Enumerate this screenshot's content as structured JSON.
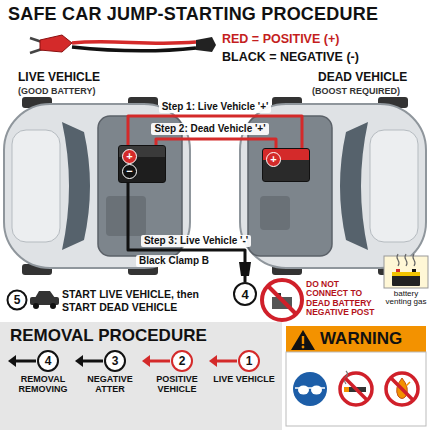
{
  "diagram": {
    "title": "SAFE CAR JUMP-STARTING PROCEDURE",
    "nodes": [
      {
        "text": [
          "+",
          "−"
        ]
      },
      {
        "text": [
          "+"
        ]
      },
      {
        "text": [
          "4"
        ]
      }
    ],
    "edges": [
      {
        "from": 0,
        "to": 1,
        "label": "Step 1: Live Vehicle '+'",
        "arrow": "none"
      },
      {
        "from": 0,
        "to": 1,
        "label": "Step 2: Dead Vehicle '+'",
        "arrow": "none"
      },
      {
        "from": 0,
        "to": 2,
        "label": "Step 3: Live Vehicle '-'",
        "arrow": "none"
      }
    ],
    "labels": [
      "RED = POSITIVE (+)",
      "BLACK = NEGATIVE (-)",
      "LIVE VEHICLE",
      "(GOOD BATTERY)",
      "DEAD VEHICLE",
      "(BOOST REQUIRED)",
      "Black Clamp B",
      "DO NOT CONNECT TO DEAD BATTERY NEGATIVE POST",
      "battery venting gas",
      "5",
      "START LIVE VEHICLE, then START DEAD VEHICLE",
      "REMOVAL PROCEDURE",
      "4",
      "REMOVAL REMOVING",
      "3",
      "NEGATIVE ATTER",
      "2",
      "POSITIVE VEHICLE",
      "1",
      "LIVE VEHICLE",
      "WARNING"
    ]
  }
}
